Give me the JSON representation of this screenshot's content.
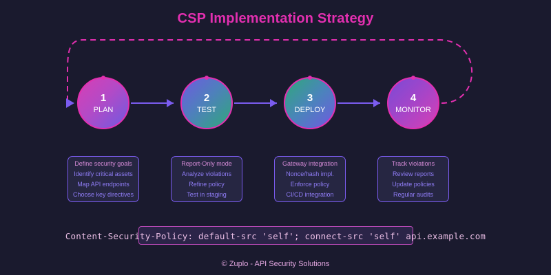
{
  "page": {
    "title": "CSP Implementation Strategy",
    "background_color": "#1a1a2e",
    "accent_color": "#e32fb0",
    "arrow_color": "#7b5cf0"
  },
  "flow": {
    "nodes": [
      {
        "number": "1",
        "label": "PLAN"
      },
      {
        "number": "2",
        "label": "TEST"
      },
      {
        "number": "3",
        "label": "DEPLOY"
      },
      {
        "number": "4",
        "label": "MONITOR"
      }
    ]
  },
  "details": [
    {
      "lines": [
        "Define security goals",
        "Identify critical assets",
        "Map API endpoints",
        "Choose key directives"
      ]
    },
    {
      "lines": [
        "Report-Only mode",
        "Analyze violations",
        "Refine policy",
        "Test in staging"
      ]
    },
    {
      "lines": [
        "Gateway integration",
        "Nonce/hash impl.",
        "Enforce policy",
        "CI/CD integration"
      ]
    },
    {
      "lines": [
        "Track violations",
        "Review reports",
        "Update policies",
        "Regular audits"
      ]
    }
  ],
  "code": {
    "text": "Content-Security-Policy: default-src 'self'; connect-src 'self' api.example.com"
  },
  "footer": {
    "text": "© Zuplo - API Security Solutions"
  }
}
